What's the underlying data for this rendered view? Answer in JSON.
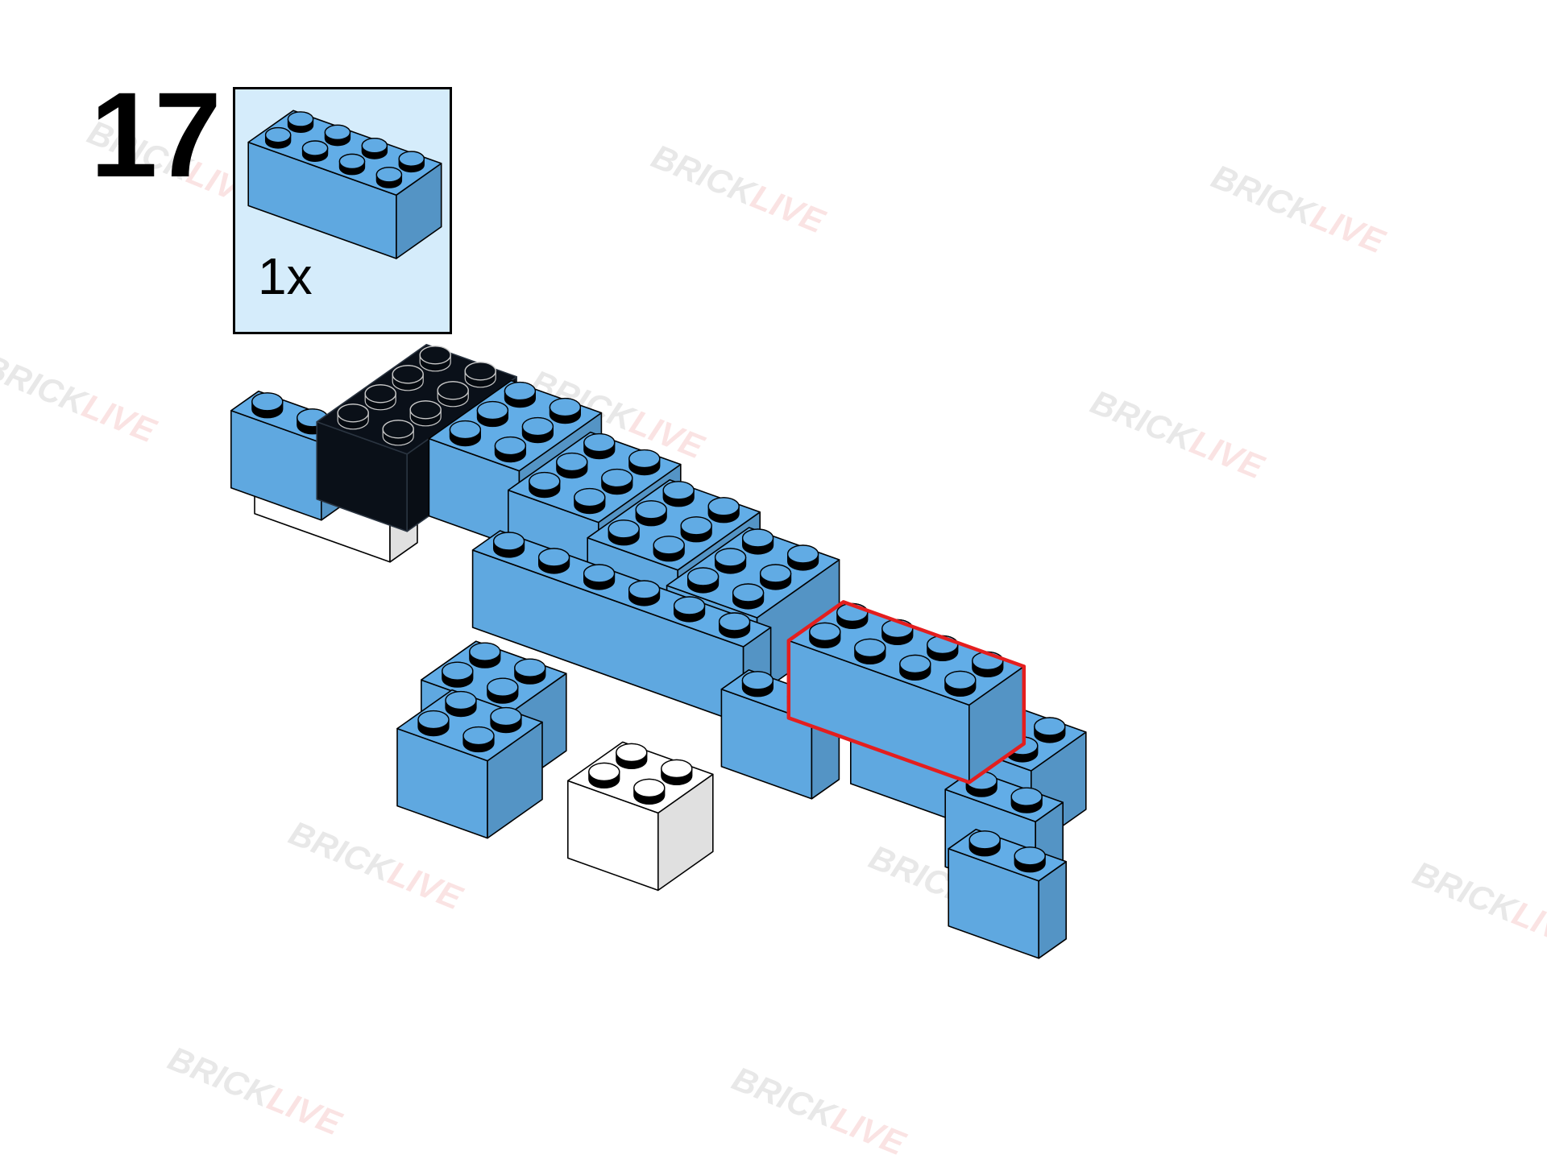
{
  "step": {
    "number": "17"
  },
  "parts_callout": {
    "quantity_label": "1x",
    "part": {
      "type": "brick-2x4",
      "color": "#5fa8e0"
    }
  },
  "watermark": {
    "brand_a": "BRICK",
    "brand_b": "LIVE",
    "color_a": "#555555",
    "color_b": "#e03030"
  },
  "colors": {
    "medium_blue": "#5fa8e0",
    "black": "#0a1018",
    "white": "#ffffff",
    "highlight": "#e41e1e",
    "callout_background": "#d5ecfb"
  }
}
